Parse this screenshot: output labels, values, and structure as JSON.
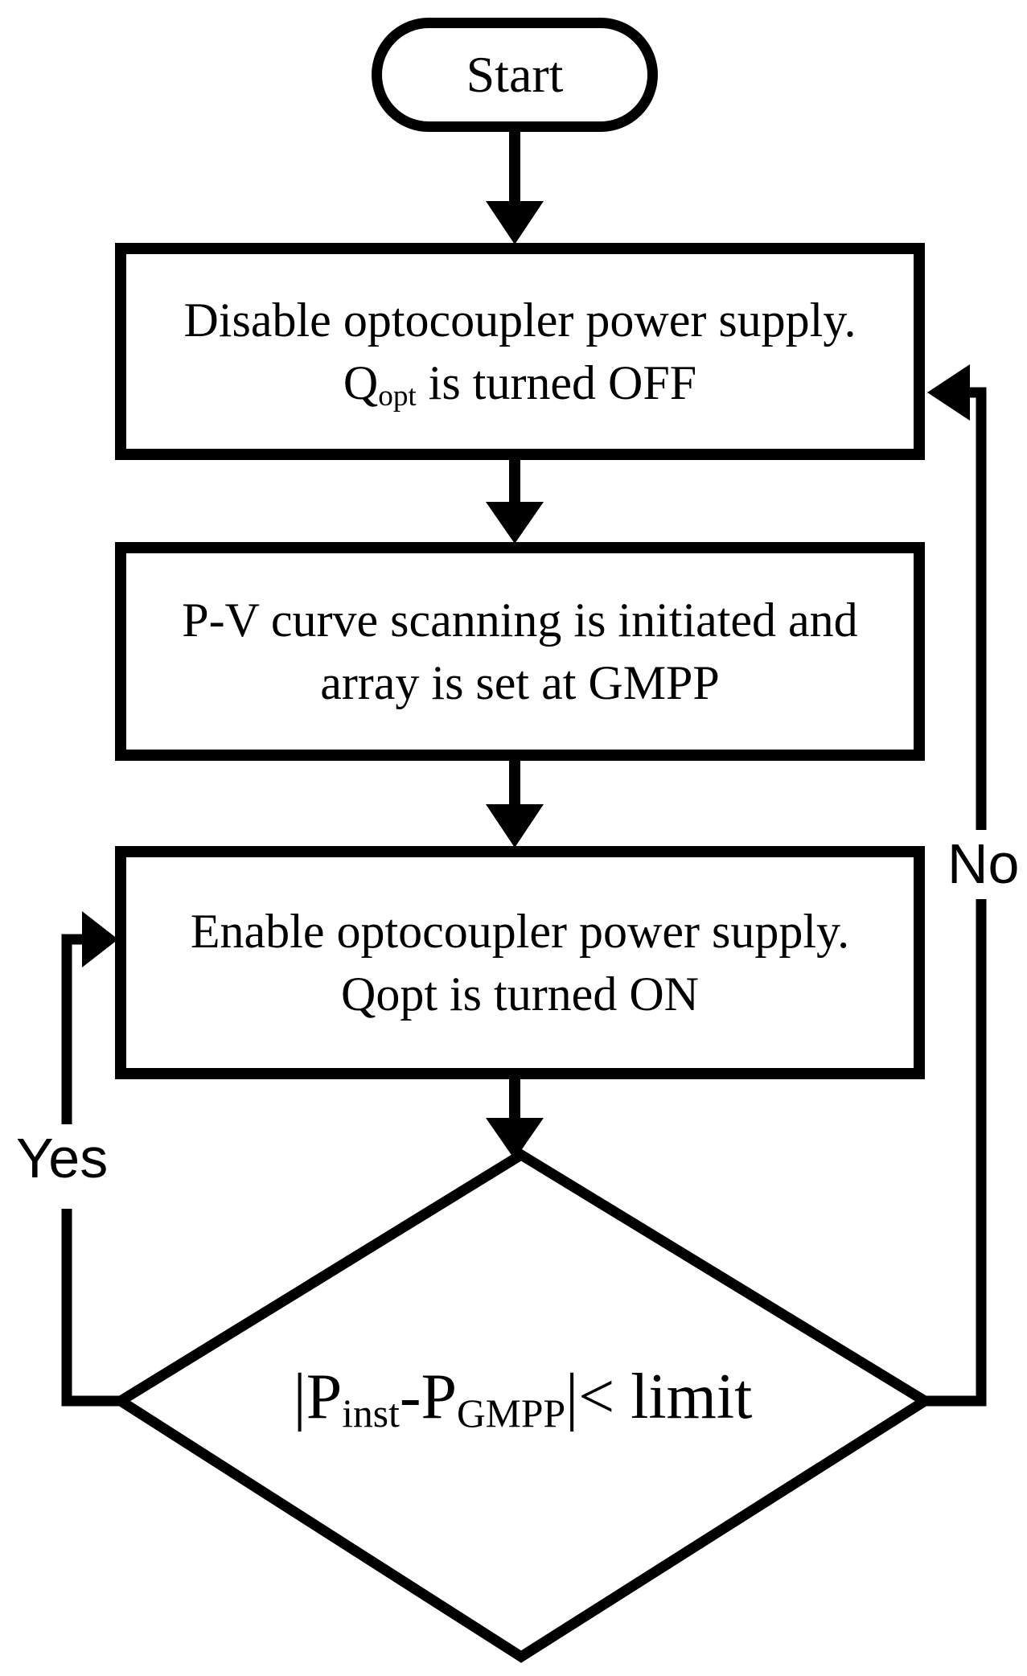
{
  "flowchart": {
    "start": {
      "label": "Start"
    },
    "boxes": [
      {
        "id": "disable-optocoupler",
        "lines": [
          [
            {
              "t": "Disable optocoupler power supply."
            }
          ],
          [
            {
              "t": "Q"
            },
            {
              "t": "opt",
              "sub": true
            },
            {
              "t": " is turned OFF"
            }
          ]
        ]
      },
      {
        "id": "pv-scan",
        "lines": [
          [
            {
              "t": "P-V curve scanning is initiated and"
            }
          ],
          [
            {
              "t": "array is set at GMPP"
            }
          ]
        ]
      },
      {
        "id": "enable-optocoupler",
        "lines": [
          [
            {
              "t": "Enable optocoupler power supply."
            }
          ],
          [
            {
              "t": "Qopt is turned ON"
            }
          ]
        ]
      }
    ],
    "decision": {
      "parts": [
        {
          "t": "|P"
        },
        {
          "t": "inst",
          "sub": true
        },
        {
          "t": "-P"
        },
        {
          "t": "GMPP",
          "sub": true
        },
        {
          "t": "|< limit"
        }
      ]
    },
    "labels": {
      "yes": "Yes",
      "no": "No"
    },
    "colors": {
      "line": "#000000",
      "background": "#ffffff"
    }
  }
}
